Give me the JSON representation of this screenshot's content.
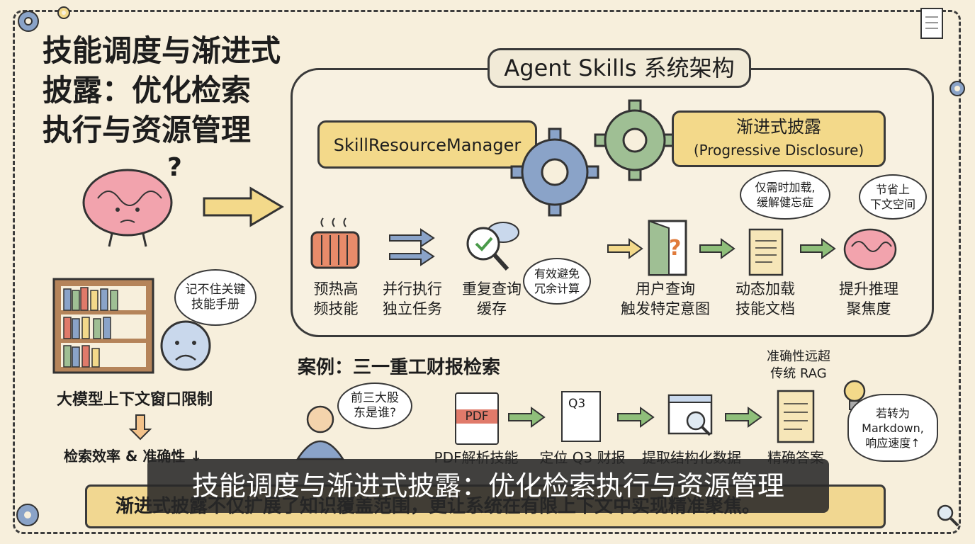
{
  "title": "技能调度与渐进式\n披露：优化检索\n执行与资源管理",
  "system": {
    "title": "Agent Skills 系统架构",
    "manager": "SkillResourceManager",
    "disclosure_title": "渐进式披露",
    "disclosure_sub": "(Progressive Disclosure)",
    "steps": [
      {
        "label": "预热高\n频技能"
      },
      {
        "label": "并行执行\n独立任务"
      },
      {
        "label": "重复查询\n缓存"
      },
      {
        "label": "用户查询\n触发特定意图"
      },
      {
        "label": "动态加载\n技能文档"
      },
      {
        "label": "提升推理\n聚焦度"
      }
    ],
    "bubble_cache": "有效避免\n冗余计算",
    "bubble_load": "仅需时加载,\n缓解健忘症",
    "bubble_save": "节省上\n下文空间"
  },
  "left": {
    "thought": "记不住关键\n技能手册",
    "limit": "大模型上下文窗口限制",
    "effect": "检索效率 & 准确性 ↓"
  },
  "case": {
    "title": "案例：三一重工财报检索",
    "question": "前三大股\n东是谁?",
    "pdf_icon": "PDF",
    "q3_icon": "Q3",
    "steps": [
      "PDF解析技能",
      "定位 Q3 财报",
      "提取结构化数据",
      "精确答案"
    ],
    "accuracy": "准确性远超\n传统 RAG",
    "markdown_note": "若转为\nMarkdown,\n响应速度↑"
  },
  "banner": "渐进式披露不仅扩展了知识覆盖范围，更让系统在有限上下文中实现精准聚焦。",
  "caption": "技能调度与渐进式披露：优化检索执行与资源管理",
  "colors": {
    "background": "#f7efdc",
    "pill": "#f3d98a",
    "gear_blue": "#8aa3c8",
    "gear_green": "#9fbf94",
    "arrow_green": "#8fbf7a"
  }
}
